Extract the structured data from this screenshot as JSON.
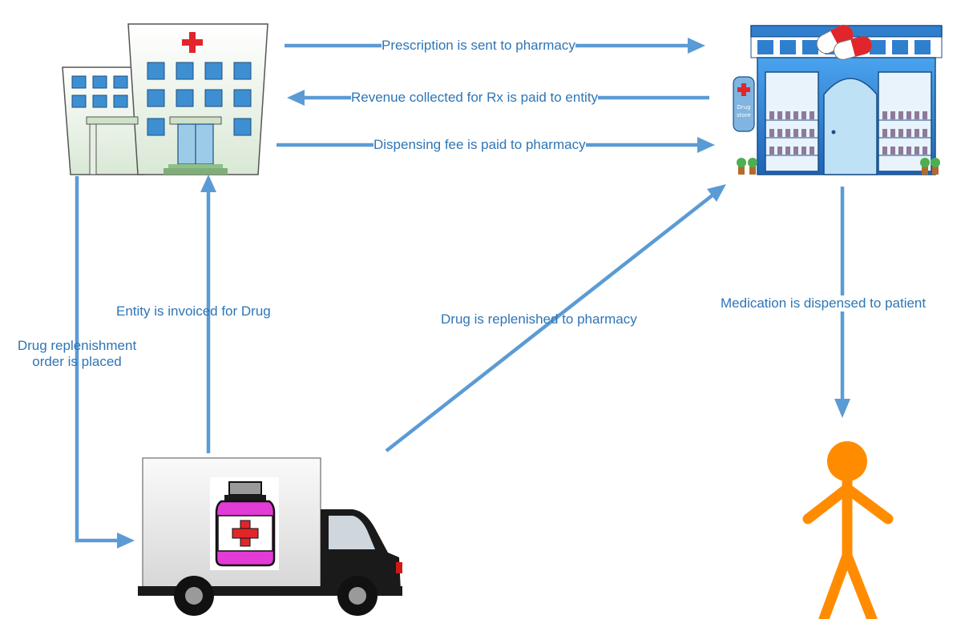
{
  "diagram": {
    "colors": {
      "arrow": "#5b9bd5",
      "label_text": "#2e75b6",
      "hospital_wall": "#f0f4ef",
      "hospital_window": "#3d8fd1",
      "hospital_cross": "#e0262b",
      "pharmacy_blue": "#2f7fcf",
      "truck_box": "#efefef",
      "truck_cab": "#1a1a1a",
      "bottle": "#e23bd6",
      "patient": "#ff8c00"
    },
    "nodes": [
      {
        "id": "entity",
        "icon": "hospital-icon"
      },
      {
        "id": "pharmacy",
        "icon": "pharmacy-store-icon",
        "sign": [
          "Drug",
          "store"
        ]
      },
      {
        "id": "wholesaler",
        "icon": "delivery-truck-icon"
      },
      {
        "id": "patient",
        "icon": "stick-figure-person-icon"
      }
    ],
    "edges": [
      {
        "from": "entity",
        "to": "pharmacy",
        "label": "Prescription is sent to pharmacy"
      },
      {
        "from": "pharmacy",
        "to": "entity",
        "label": "Revenue collected for Rx is paid to entity"
      },
      {
        "from": "entity",
        "to": "pharmacy",
        "label": "Dispensing fee is paid to pharmacy"
      },
      {
        "from": "entity",
        "to": "wholesaler",
        "label_lines": [
          "Drug replenishment",
          "order is placed"
        ]
      },
      {
        "from": "wholesaler",
        "to": "entity",
        "label": "Entity is invoiced for Drug"
      },
      {
        "from": "wholesaler",
        "to": "pharmacy",
        "label": "Drug is replenished to pharmacy"
      },
      {
        "from": "pharmacy",
        "to": "patient",
        "label": "Medication is dispensed to patient"
      }
    ]
  }
}
